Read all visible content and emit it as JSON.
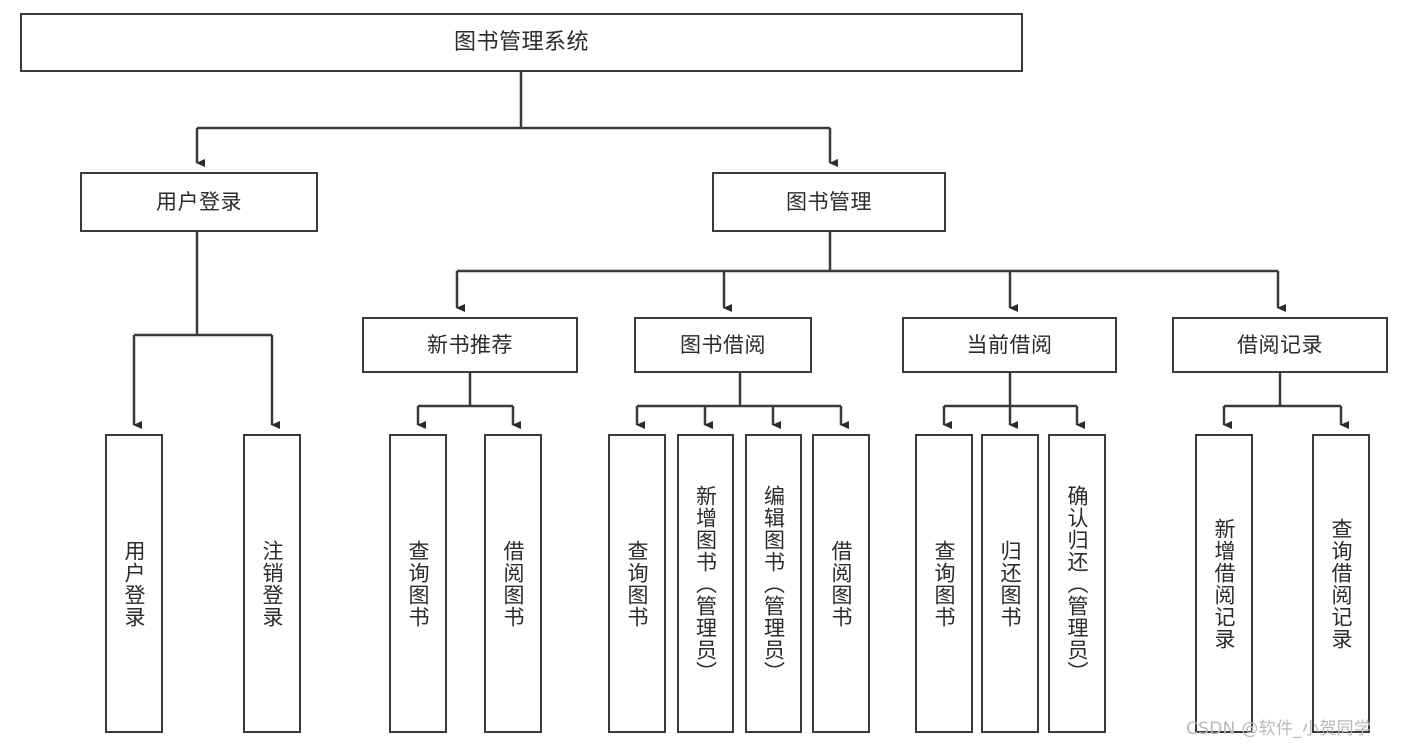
{
  "diagram": {
    "title_node": {
      "id": "root",
      "label": "图书管理系统"
    },
    "level1": [
      {
        "id": "user-login",
        "label": "用户登录"
      },
      {
        "id": "book-manage",
        "label": "图书管理"
      }
    ],
    "level2": [
      {
        "id": "new-book-recommend",
        "label": "新书推荐"
      },
      {
        "id": "book-borrow",
        "label": "图书借阅"
      },
      {
        "id": "current-borrow",
        "label": "当前借阅"
      },
      {
        "id": "borrow-record",
        "label": "借阅记录"
      }
    ],
    "leaves": {
      "user_login": [
        {
          "id": "leaf-user-login",
          "label": "用户登录"
        },
        {
          "id": "leaf-user-logout",
          "label": "注销登录"
        }
      ],
      "new_book_recommend": [
        {
          "id": "leaf-query-book-1",
          "label": "查询图书"
        },
        {
          "id": "leaf-borrow-book-1",
          "label": "借阅图书"
        }
      ],
      "book_borrow": [
        {
          "id": "leaf-query-book-2",
          "label": "查询图书"
        },
        {
          "id": "leaf-add-book",
          "label": "新增图书（管理员）"
        },
        {
          "id": "leaf-edit-book",
          "label": "编辑图书（管理员）"
        },
        {
          "id": "leaf-borrow-book-2",
          "label": "借阅图书"
        }
      ],
      "current_borrow": [
        {
          "id": "leaf-query-book-3",
          "label": "查询图书"
        },
        {
          "id": "leaf-return-book",
          "label": "归还图书"
        },
        {
          "id": "leaf-confirm-return",
          "label": "确认归还（管理员）"
        }
      ],
      "borrow_record": [
        {
          "id": "leaf-add-record",
          "label": "新增借阅记录"
        },
        {
          "id": "leaf-query-record",
          "label": "查询借阅记录"
        }
      ]
    }
  },
  "watermark": {
    "text": "CSDN @软件_小贺同学"
  },
  "colors": {
    "border": "#3a3a3a",
    "background": "#ffffff",
    "text": "#2b2b2b",
    "watermark": "#b9b9b9"
  }
}
